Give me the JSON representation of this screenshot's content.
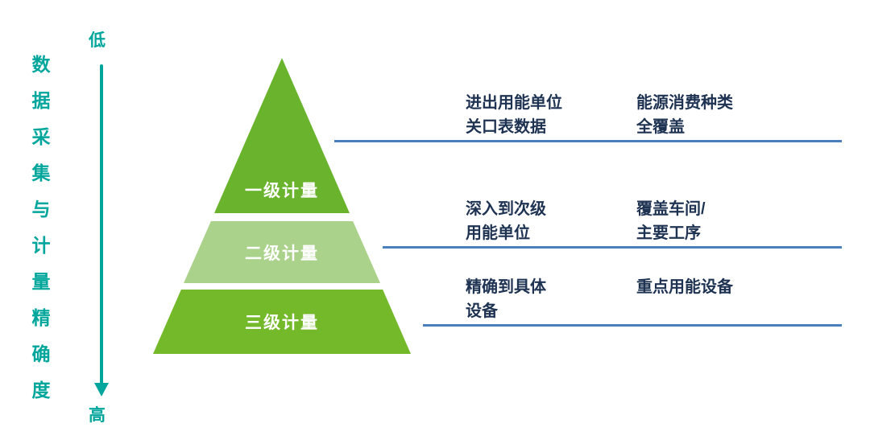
{
  "colors": {
    "teal": "#00a69c",
    "pyramid_top": "#6ab42d",
    "pyramid_middle": "#abd28a",
    "pyramid_bottom": "#74b92a",
    "line_blue": "#4a7ebd",
    "text_dark": "#1e3252"
  },
  "left_axis": {
    "vertical_label": "数据采集与计量精确度",
    "top_label": "低",
    "bottom_label": "高"
  },
  "pyramid": {
    "levels": [
      {
        "label": "一级计量"
      },
      {
        "label": "二级计量"
      },
      {
        "label": "三级计量"
      }
    ]
  },
  "annotations": [
    {
      "left": "进出用能单位\n关口表数据",
      "right": "能源消费种类\n全覆盖"
    },
    {
      "left": "深入到次级\n用能单位",
      "right": "覆盖车间/\n主要工序"
    },
    {
      "left": "精确到具体\n设备",
      "right": "重点用能设备"
    }
  ]
}
